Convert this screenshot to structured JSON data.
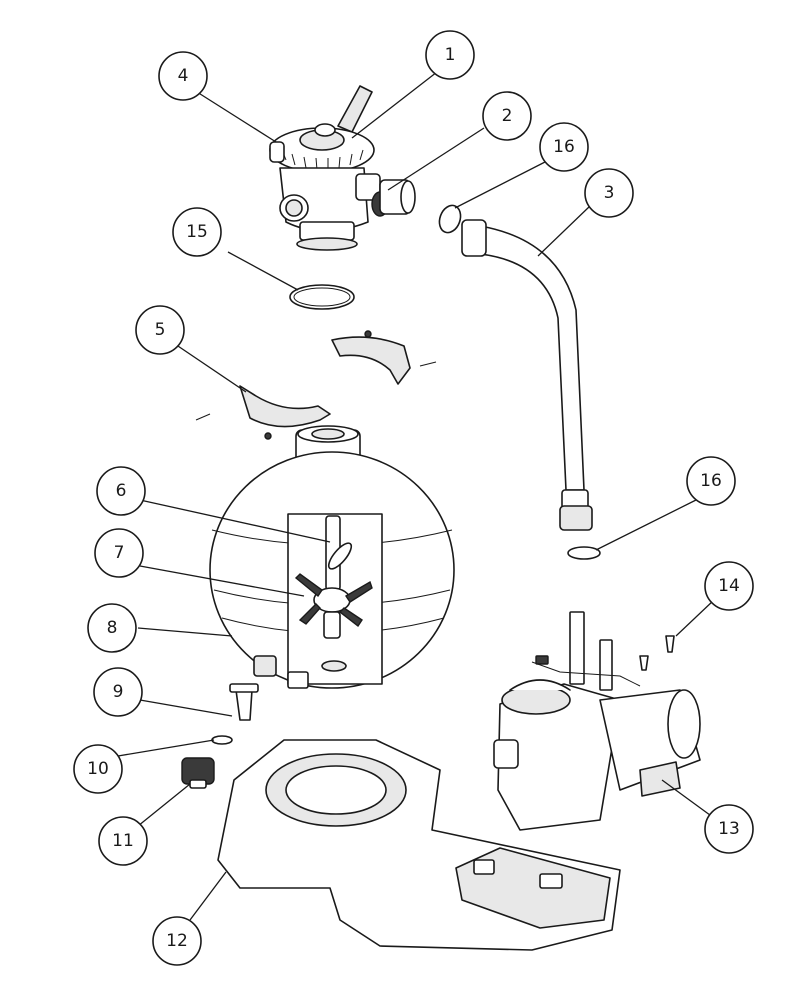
{
  "parts": [
    {
      "id": "1",
      "name": "multiport-valve"
    },
    {
      "id": "2",
      "name": "valve-union-fitting"
    },
    {
      "id": "3",
      "name": "connection-hose"
    },
    {
      "id": "4",
      "name": "pressure-gauge"
    },
    {
      "id": "5",
      "name": "tank-clamp"
    },
    {
      "id": "6",
      "name": "standpipe"
    },
    {
      "id": "7",
      "name": "lateral-assembly"
    },
    {
      "id": "8",
      "name": "filter-tank"
    },
    {
      "id": "9",
      "name": "drain-plug-stem"
    },
    {
      "id": "10",
      "name": "drain-o-ring"
    },
    {
      "id": "11",
      "name": "drain-cap"
    },
    {
      "id": "12",
      "name": "base"
    },
    {
      "id": "13",
      "name": "pump"
    },
    {
      "id": "14",
      "name": "screw"
    },
    {
      "id": "15",
      "name": "tank-o-ring"
    },
    {
      "id": "16",
      "name": "hose-o-ring"
    }
  ],
  "callouts": [
    {
      "label": "1"
    },
    {
      "label": "2"
    },
    {
      "label": "3"
    },
    {
      "label": "4"
    },
    {
      "label": "5"
    },
    {
      "label": "6"
    },
    {
      "label": "7"
    },
    {
      "label": "8"
    },
    {
      "label": "9"
    },
    {
      "label": "10"
    },
    {
      "label": "11"
    },
    {
      "label": "12"
    },
    {
      "label": "13"
    },
    {
      "label": "14"
    },
    {
      "label": "15"
    },
    {
      "label": "16"
    },
    {
      "label": "16"
    }
  ]
}
